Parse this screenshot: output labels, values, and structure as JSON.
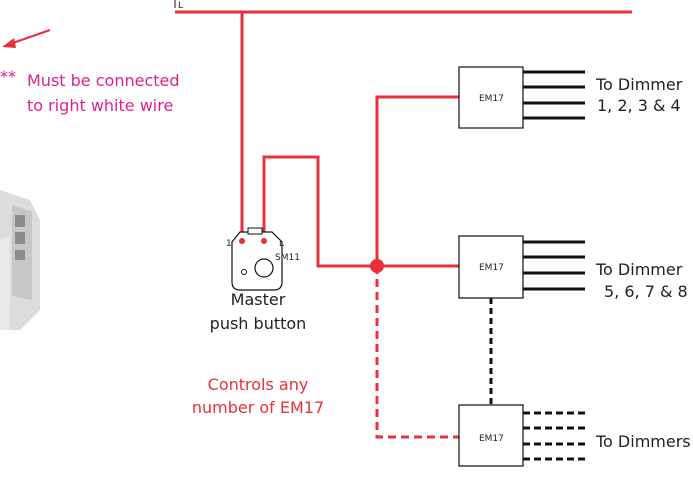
{
  "colors": {
    "wire": "#e8303a",
    "black": "#111111",
    "note": "#e0208c",
    "caption_red": "#e8303a"
  },
  "top_wire_label": "L",
  "note": {
    "stars": "**",
    "line1": "Must be connected",
    "line2": "to right white wire"
  },
  "master": {
    "terminal_left": "1",
    "terminal_right": "L",
    "model": "SM11",
    "caption_line1": "Master",
    "caption_line2": "push button",
    "sub_line1": "Controls any",
    "sub_line2": "number of EM17"
  },
  "modules": [
    {
      "label": "EM17",
      "dest_line1": "To Dimmer",
      "dest_line2": "1, 2, 3 & 4"
    },
    {
      "label": "EM17",
      "dest_line1": "To Dimmer",
      "dest_line2": "5, 6, 7 & 8"
    },
    {
      "label": "EM17",
      "dest_line1": "To Dimmers",
      "dest_line2": ""
    }
  ],
  "device_icon": "partial-device-photo"
}
